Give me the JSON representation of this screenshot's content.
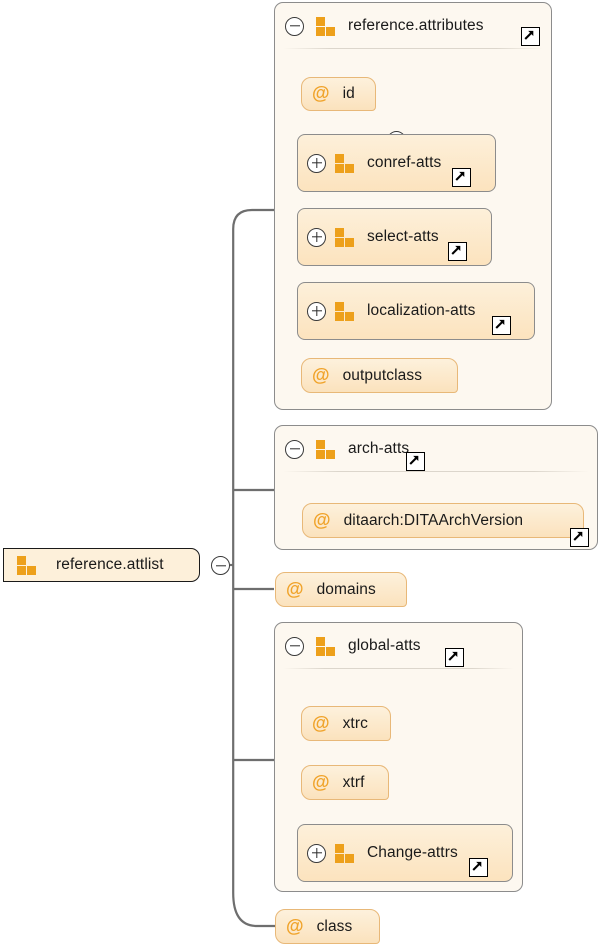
{
  "diagram": {
    "title": "reference.attlist",
    "type": "xml-schema-attribute-list-diagram"
  },
  "root": {
    "label": "reference.attlist",
    "icon": "group-icon",
    "toggle": "minus"
  },
  "branches": [
    {
      "id": "reference-attributes",
      "kind": "container",
      "label": "reference.attributes",
      "toggle": "minus",
      "icon": "group-icon",
      "external_link": true,
      "children": [
        {
          "id": "id",
          "kind": "attribute",
          "label": "id",
          "glyph": "@",
          "toggle": "plus",
          "external_link": false
        },
        {
          "id": "conref-atts",
          "kind": "attribute-group",
          "label": "conref-atts",
          "glyph": "group-icon",
          "toggle": "plus",
          "external_link": true
        },
        {
          "id": "select-atts",
          "kind": "attribute-group",
          "label": "select-atts",
          "glyph": "group-icon",
          "toggle": "plus",
          "external_link": true
        },
        {
          "id": "localization-atts",
          "kind": "attribute-group",
          "label": "localization-atts",
          "glyph": "group-icon",
          "toggle": "plus",
          "external_link": true
        },
        {
          "id": "outputclass",
          "kind": "attribute",
          "label": "outputclass",
          "glyph": "@",
          "toggle": null,
          "external_link": false
        }
      ]
    },
    {
      "id": "arch-atts",
      "kind": "container",
      "label": "arch-atts",
      "toggle": "minus",
      "icon": "group-icon",
      "external_link": true,
      "children": [
        {
          "id": "ditaarch-DITAArchVersion",
          "kind": "attribute",
          "label": "ditaarch:DITAArchVersion",
          "glyph": "@",
          "toggle": null,
          "external_link": true
        }
      ]
    },
    {
      "id": "domains",
      "kind": "attribute",
      "label": "domains",
      "glyph": "@",
      "toggle": null,
      "external_link": false
    },
    {
      "id": "global-atts",
      "kind": "container",
      "label": "global-atts",
      "toggle": "minus",
      "icon": "group-icon",
      "external_link": true,
      "children": [
        {
          "id": "xtrc",
          "kind": "attribute",
          "label": "xtrc",
          "glyph": "@",
          "toggle": null,
          "external_link": false
        },
        {
          "id": "xtrf",
          "kind": "attribute",
          "label": "xtrf",
          "glyph": "@",
          "toggle": null,
          "external_link": false
        },
        {
          "id": "Change-attrs",
          "kind": "attribute-group",
          "label": "Change-attrs",
          "glyph": "group-icon",
          "toggle": "plus",
          "external_link": true
        }
      ]
    },
    {
      "id": "class",
      "kind": "attribute",
      "label": "class",
      "glyph": "@",
      "toggle": null,
      "external_link": false
    }
  ],
  "colors": {
    "orange_icon": "#eda01b",
    "at_sign": "#f0a32a",
    "container_fill": "#fdf8f0",
    "attr_fill": "#fdf1dc",
    "attgrp_border": "#8c8c8c",
    "wire": "#6e6e6e",
    "canvas": "#ffffff"
  }
}
